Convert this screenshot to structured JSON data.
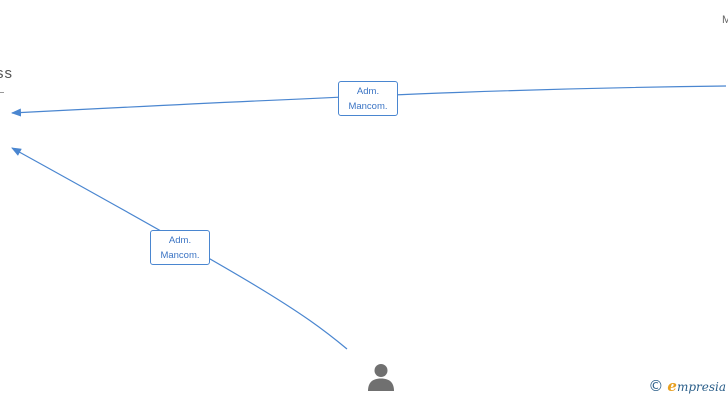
{
  "nodes": {
    "left_company_partial": "ss",
    "right_company_partial": "M"
  },
  "edges": [
    {
      "label_line1": "Adm.",
      "label_line2": "Mancom."
    },
    {
      "label_line1": "Adm.",
      "label_line2": "Mancom."
    }
  ],
  "icons": {
    "person": "person-icon",
    "copyright": "copyright-icon"
  },
  "watermark": {
    "symbol": "©",
    "brand_first": "e",
    "brand_rest": "mpresia"
  },
  "colors": {
    "edge": "#4a86d0",
    "edge_text": "#3b74c4",
    "person": "#707070",
    "brand": "#2b5f8a",
    "brand_accent": "#e8a020"
  }
}
